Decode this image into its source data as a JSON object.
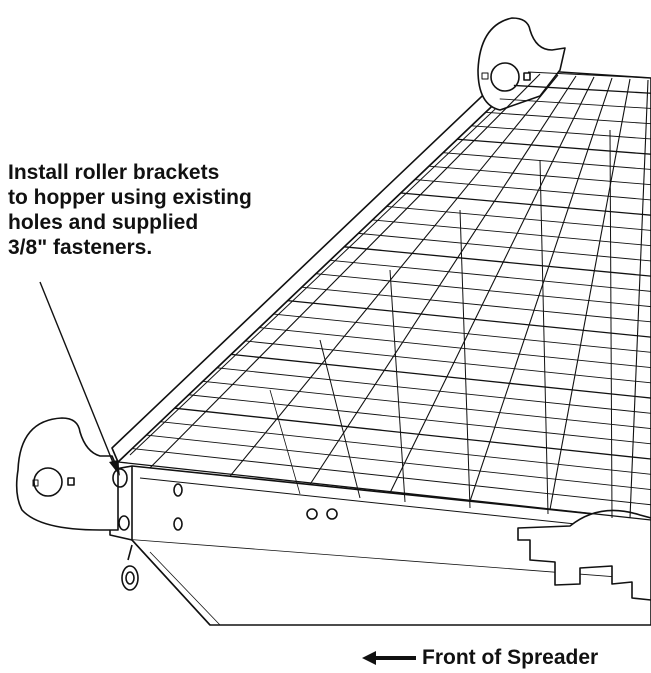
{
  "callout": {
    "lines": [
      "Install roller brackets",
      "to hopper using existing",
      "holes and supplied",
      "3/8\" fasteners."
    ]
  },
  "footer": {
    "label": "Front of Spreader",
    "icon": "left-arrow-icon"
  },
  "colors": {
    "line": "#111111",
    "background": "#ffffff"
  }
}
